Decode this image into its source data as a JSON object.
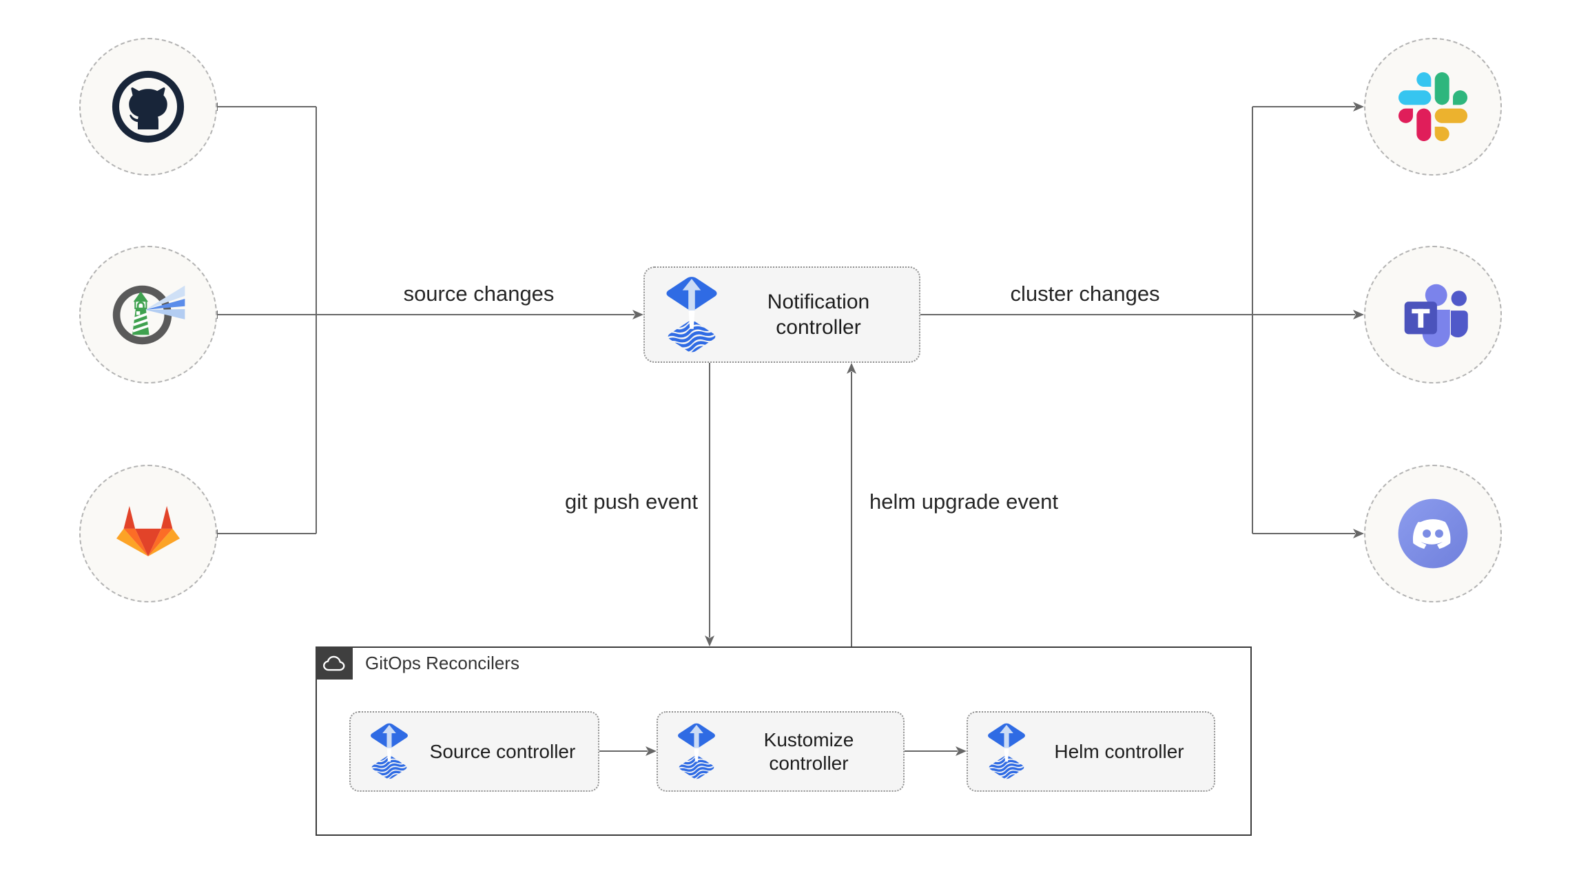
{
  "sources": [
    {
      "icon": "github-icon"
    },
    {
      "icon": "harbor-icon"
    },
    {
      "icon": "gitlab-icon"
    }
  ],
  "targets": [
    {
      "icon": "slack-icon"
    },
    {
      "icon": "teams-icon"
    },
    {
      "icon": "discord-icon"
    }
  ],
  "controllers": {
    "notification": {
      "label": "Notification controller",
      "icon": "flux-icon"
    },
    "source": {
      "label": "Source controller",
      "icon": "flux-icon"
    },
    "kustomize": {
      "label": "Kustomize controller",
      "icon": "flux-icon"
    },
    "helm": {
      "label": "Helm controller",
      "icon": "flux-icon"
    }
  },
  "edge_labels": {
    "source_changes": "source changes",
    "cluster_changes": "cluster changes",
    "git_push": "git push event",
    "helm_upgrade": "helm upgrade event"
  },
  "container": {
    "title": "GitOps Reconcilers",
    "icon": "cloud-icon"
  },
  "colors": {
    "flux_blue": "#2f6be4",
    "flux_arrow_light": "#ccdcf5",
    "connector_gray": "#666666",
    "node_fill": "#f5f5f5",
    "node_border": "#8f8f8f",
    "circle_fill": "#faf9f6",
    "circle_border": "#b3b3b3",
    "container_border": "#3b3b3b",
    "badge_bg": "#3f3f3f",
    "text": "#262626",
    "github_navy": "#182539",
    "harbor_gray": "#5a5a5a",
    "harbor_green": "#3fa14f",
    "gitlab_red": "#e24329",
    "gitlab_orange": "#fc6d26",
    "gitlab_yellow": "#fca326",
    "slack_blue": "#36c5f0",
    "slack_green": "#2eb67d",
    "slack_yellow": "#ecb22e",
    "slack_red": "#e01e5a",
    "teams_light": "#7b83eb",
    "teams_purple": "#5059c9",
    "teams_indigo": "#4b53bc",
    "discord_blurple": "#7b8ce4"
  }
}
